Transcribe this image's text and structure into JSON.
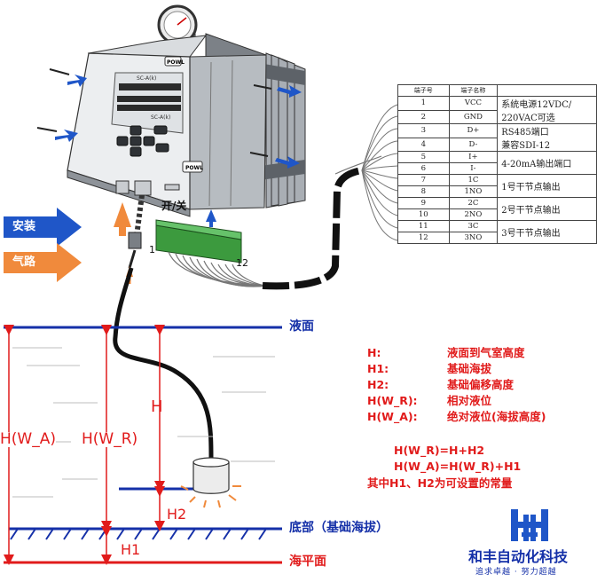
{
  "labels": {
    "switch": "开/关",
    "install": "安装",
    "air": "气路",
    "pin_start": "1",
    "pin_end": "12",
    "surface": "液面",
    "bottom": "底部（基础海拔）",
    "sea": "海平面",
    "h": "H",
    "h1": "H1",
    "h2": "H2",
    "hwa": "H(W_A)",
    "hwr": "H(W_R)"
  },
  "device": {
    "brand": "POWL",
    "model_top": "SC-A(k)",
    "model_bottom": "SC-A(k)"
  },
  "table": {
    "headers": [
      "端子号",
      "端子名称"
    ],
    "rows": [
      {
        "no": "1",
        "name": "VCC"
      },
      {
        "no": "2",
        "name": "GND"
      },
      {
        "no": "3",
        "name": "D+"
      },
      {
        "no": "4",
        "name": "D-"
      },
      {
        "no": "5",
        "name": "I+"
      },
      {
        "no": "6",
        "name": "I-"
      },
      {
        "no": "7",
        "name": "1C"
      },
      {
        "no": "8",
        "name": "1NO"
      },
      {
        "no": "9",
        "name": "2C"
      },
      {
        "no": "10",
        "name": "2NO"
      },
      {
        "no": "11",
        "name": "3C"
      },
      {
        "no": "12",
        "name": "3NO"
      }
    ],
    "groups": {
      "power_1": "系统电源12VDC/",
      "power_2": "220VAC可选",
      "rs485_1": "RS485端口",
      "rs485_2": "兼容SDI-12",
      "analog": "4-20mA输出端口",
      "relay1": "1号干节点输出",
      "relay2": "2号干节点输出",
      "relay3": "3号干节点输出"
    }
  },
  "legend": [
    {
      "key": "H:",
      "value": "液面到气室高度"
    },
    {
      "key": "H1:",
      "value": "基础海拔"
    },
    {
      "key": "H2:",
      "value": "基础偏移高度"
    },
    {
      "key": "H(W_R):",
      "value": "相对液位"
    },
    {
      "key": "H(W_A):",
      "value": "绝对液位(海拔高度)"
    }
  ],
  "formulas": {
    "f1": "H(W_R)=H+H2",
    "f2": "H(W_A)=H(W_R)+H1",
    "note": "其中H1、H2为可设置的常量"
  },
  "logo": {
    "company": "和丰自动化科技",
    "slogan": "追求卓越 · 努力超越"
  },
  "colors": {
    "arrow_blue": "#1f56c8",
    "arrow_orange": "#f08a3c",
    "line_blue": "#1530a8",
    "red": "#e11b1b",
    "title_blue": "#1530a8"
  }
}
